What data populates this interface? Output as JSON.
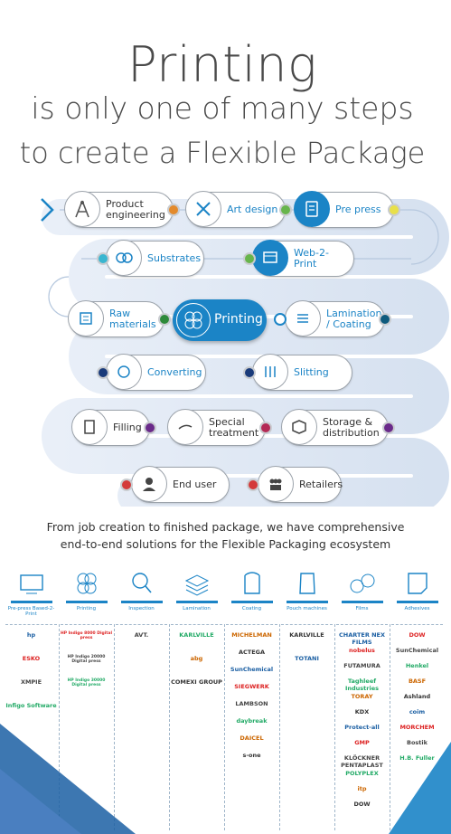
{
  "title": {
    "line1": "Printing",
    "line2": "is only one of many steps",
    "line3": "to create a Flexible Package"
  },
  "steps": {
    "product_engineering": "Product engineering",
    "art_design": "Art design",
    "pre_press": "Pre press",
    "substrates": "Substrates",
    "web2print": "Web-2-Print",
    "raw_materials": "Raw materials",
    "printing": "Printing",
    "lamination": "Lamination / Coating",
    "converting": "Converting",
    "slitting": "Slitting",
    "filling": "Filling",
    "special_treatment": "Special treatment",
    "storage": "Storage & distribution",
    "end_user": "End user",
    "retailers": "Retailers"
  },
  "subtitle": {
    "line1": "From job creation to finished package, we have comprehensive",
    "line2": "end-to-end solutions for the Flexible Packaging ecosystem"
  },
  "columns": [
    {
      "label": "Pre-press Based-2-Print",
      "color": "#1b84c6",
      "icon": "monitor-icon"
    },
    {
      "label": "Printing",
      "color": "#1b84c6",
      "icon": "cmyk-icon"
    },
    {
      "label": "Inspection",
      "color": "#1b84c6",
      "icon": "magnifier-icon"
    },
    {
      "label": "Lamination",
      "color": "#1b84c6",
      "icon": "layers-icon"
    },
    {
      "label": "Coating",
      "color": "#1b84c6",
      "icon": "bucket-icon"
    },
    {
      "label": "Pouch machines",
      "color": "#1b84c6",
      "icon": "pouch-icon"
    },
    {
      "label": "Films",
      "color": "#1b84c6",
      "icon": "rolls-icon"
    },
    {
      "label": "Adhesives",
      "color": "#1b84c6",
      "icon": "sticker-icon"
    }
  ],
  "logos": {
    "prepress": [
      "hp",
      "ESKO",
      "XMPIE",
      "Infigo Software"
    ],
    "printing": [
      "HP Indigo 8000 Digital press",
      "HP Indigo 20000 Digital press",
      "HP Indigo 30000 Digital press"
    ],
    "inspection": [
      "AVT."
    ],
    "lamination": [
      "KARLVILLE",
      "abg",
      "COMEXI GROUP"
    ],
    "coating": [
      "MICHELMAN",
      "ACTEGA",
      "SunChemical",
      "SIEGWERK",
      "LAMBSON",
      "daybreak",
      "DAICEL",
      "s-one"
    ],
    "pouch": [
      "KARLVILLE",
      "TOTANI"
    ],
    "films": [
      "CHARTER NEX FILMS",
      "nobelus",
      "FUTAMURA",
      "Taghleef Industries",
      "TORAY",
      "KDX",
      "Protect-all",
      "GMP",
      "KLÖCKNER PENTAPLAST",
      "POLYPLEX",
      "itp",
      "DOW"
    ],
    "adhesives": [
      "DOW",
      "SunChemical",
      "Henkel",
      "BASF",
      "Ashland",
      "coim",
      "MORCHEM",
      "Bostik",
      "H.B. Fuller"
    ]
  }
}
